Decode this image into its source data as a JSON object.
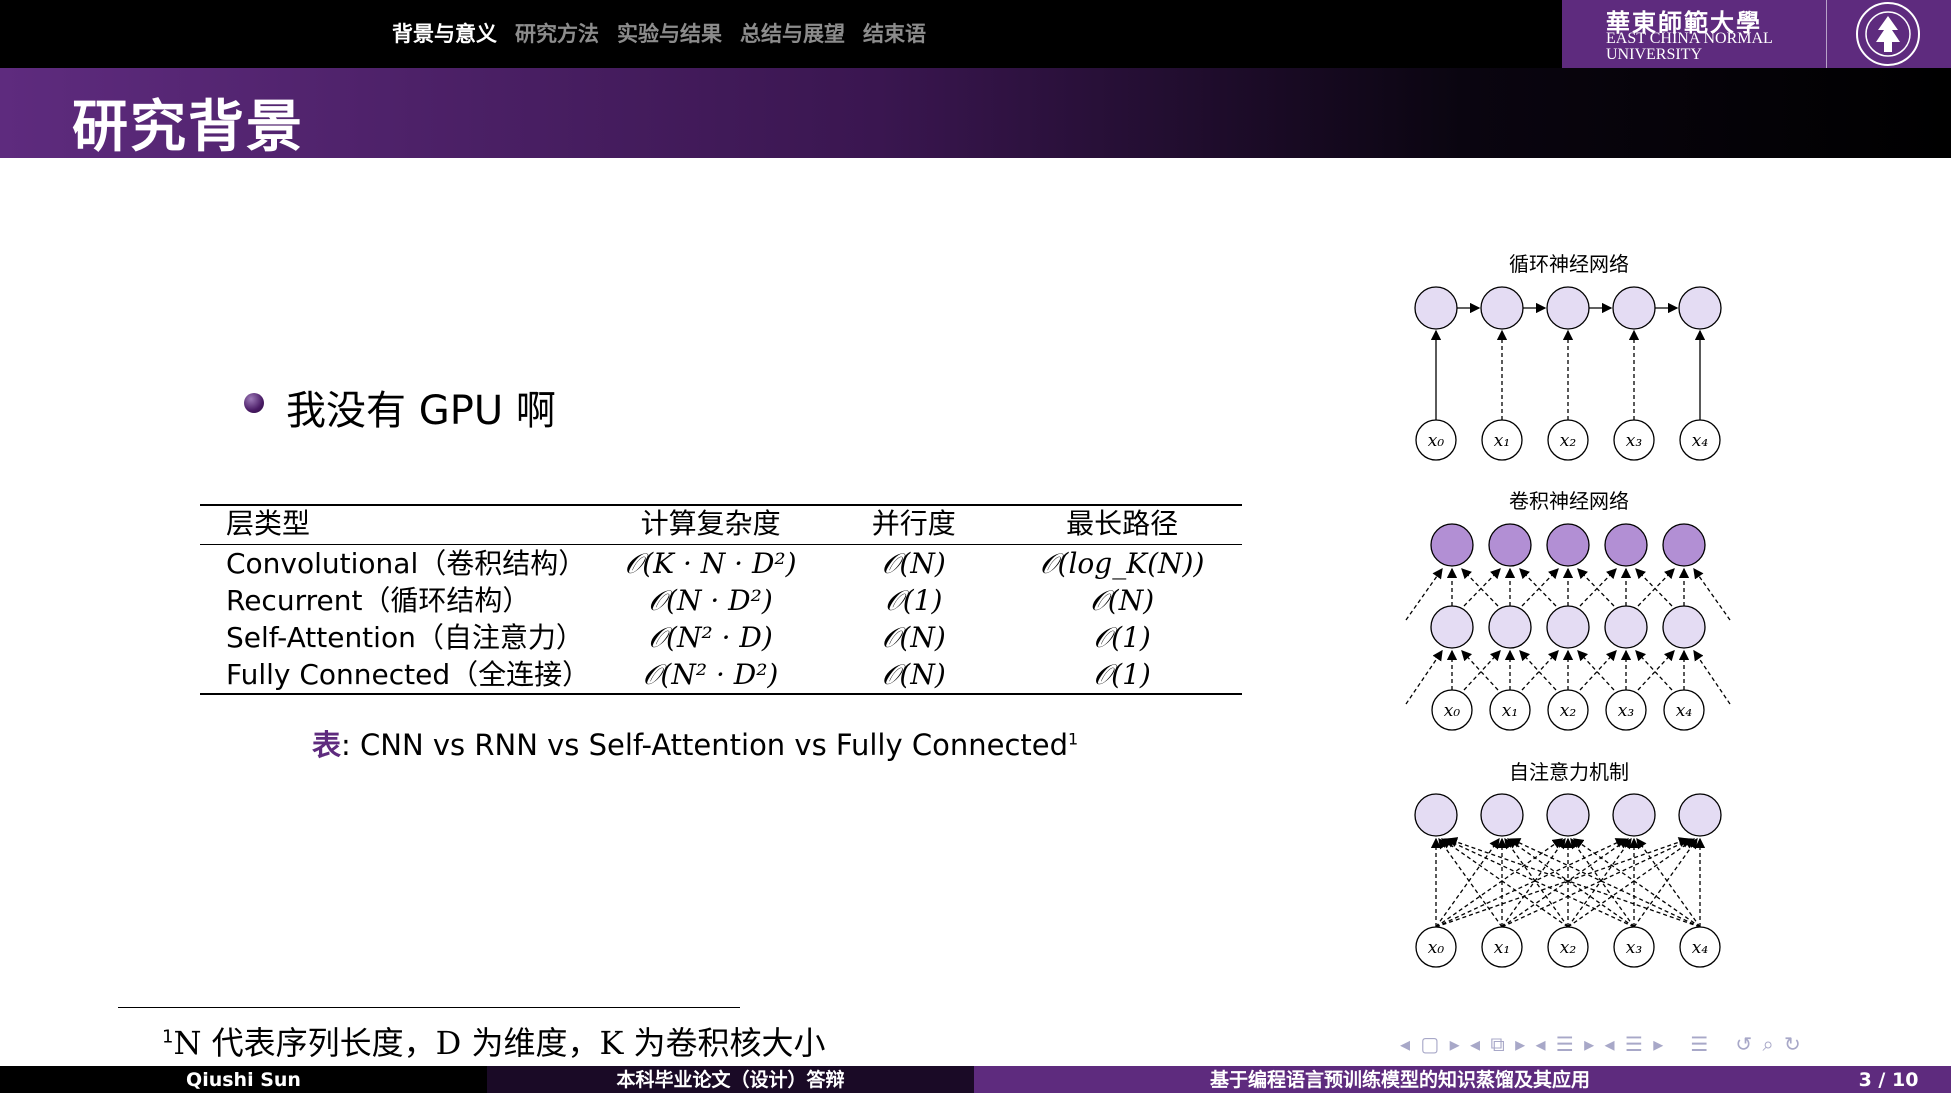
{
  "nav": {
    "items": [
      {
        "label": "背景与意义",
        "active": true
      },
      {
        "label": "研究方法",
        "active": false
      },
      {
        "label": "实验与结果",
        "active": false
      },
      {
        "label": "总结与展望",
        "active": false
      },
      {
        "label": "结束语",
        "active": false
      }
    ]
  },
  "logo": {
    "name_cn": "華東師範大學",
    "name_en_1": "EAST CHINA NORMAL",
    "name_en_2": "UNIVERSITY"
  },
  "slide": {
    "title": "研究背景",
    "bullet": "我没有 GPU 啊"
  },
  "table": {
    "headers": [
      "层类型",
      "计算复杂度",
      "并行度",
      "最长路径"
    ],
    "rows": [
      {
        "layer": "Convolutional（卷积结构）",
        "complexity": "𝒪(K · N · D²)",
        "parallel": "𝒪(N)",
        "path": "𝒪(log_K(N))"
      },
      {
        "layer": "Recurrent（循环结构）",
        "complexity": "𝒪(N · D²)",
        "parallel": "𝒪(1)",
        "path": "𝒪(N)"
      },
      {
        "layer": "Self-Attention（自注意力）",
        "complexity": "𝒪(N² · D)",
        "parallel": "𝒪(N)",
        "path": "𝒪(1)"
      },
      {
        "layer": "Fully Connected（全连接）",
        "complexity": "𝒪(N² · D²)",
        "parallel": "𝒪(N)",
        "path": "𝒪(1)"
      }
    ],
    "caption_label": "表",
    "caption_text": ": CNN vs RNN vs Self-Attention vs Fully Connected",
    "caption_sup": "1"
  },
  "footnote": {
    "mark": "1",
    "text": "N 代表序列长度，D 为维度，K 为卷积核大小"
  },
  "diagrams": {
    "rnn_title": "循环神经网络",
    "cnn_title": "卷积神经网络",
    "attn_title": "自注意力机制",
    "input_labels": [
      "x₀",
      "x₁",
      "x₂",
      "x₃",
      "x₄"
    ],
    "node_light": "#e4dcf3",
    "node_dark": "#b28fd4"
  },
  "footer": {
    "author": "Qiushi Sun",
    "thesis": "本科毕业论文（设计）答辩",
    "topic": "基于编程语言预训练模型的知识蒸馏及其应用",
    "page": "3 / 10"
  },
  "colors": {
    "brand_purple": "#5e2b7e",
    "bar_black": "#000000"
  }
}
